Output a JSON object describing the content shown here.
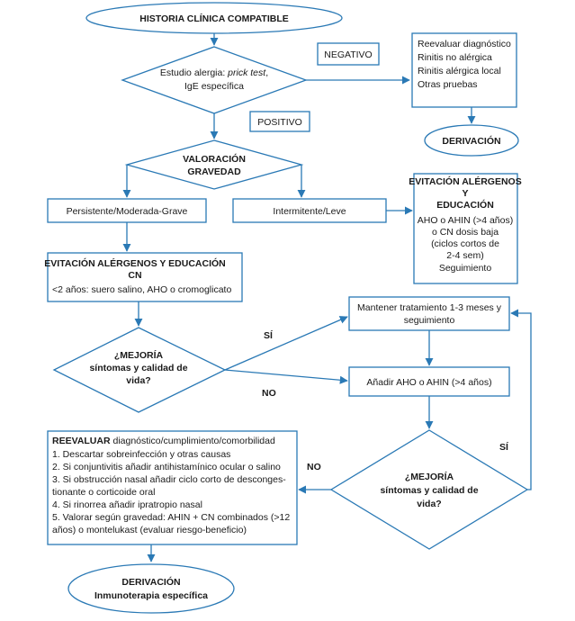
{
  "start": {
    "label": "HISTORIA CLÍNICA COMPATIBLE"
  },
  "test": {
    "line1_prefix": "Estudio alergia: ",
    "line1_italic": "prick test",
    "line1_suffix": ",",
    "line2": "IgE específica"
  },
  "negativo": {
    "label": "NEGATIVO"
  },
  "positivo": {
    "label": "POSITIVO"
  },
  "reevaluar_box": {
    "lines": [
      "Reevaluar diagnóstico",
      "Rinitis no alérgica",
      "Rinitis alérgica local",
      "Otras pruebas"
    ]
  },
  "derivacion_1": {
    "label": "DERIVACIÓN"
  },
  "valoracion": {
    "lines": [
      "VALORACIÓN",
      "GRAVEDAD"
    ]
  },
  "persistente": {
    "label": "Persistente/Moderada-Grave"
  },
  "intermitente": {
    "label": "Intermitente/Leve"
  },
  "evitacion_right": {
    "bold_lines": [
      "EVITACIÓN ALÉRGENOS",
      "Y",
      "EDUCACIÓN"
    ],
    "lines": [
      "AHO o AHIN (>4 años)",
      "o CN dosis baja",
      "(ciclos cortos de",
      "2-4 sem)",
      "Seguimiento"
    ]
  },
  "evitacion_left": {
    "bold_lines": [
      "EVITACIÓN ALÉRGENOS Y EDUCACIÓN",
      "CN"
    ],
    "line": "<2 años: suero salino, AHO o cromoglicato"
  },
  "mejoria_1": {
    "lines": [
      "¿MEJORÍA",
      "síntomas y calidad de",
      "vida?"
    ]
  },
  "si_1": {
    "label": "SÍ"
  },
  "no_1": {
    "label": "NO"
  },
  "mantener": {
    "lines": [
      "Mantener tratamiento 1-3 meses y",
      "seguimiento"
    ]
  },
  "anadir": {
    "label": "Añadir AHO o AHIN (>4 años)"
  },
  "reevaluar_2": {
    "title_bold": "REEVALUAR",
    "title_rest": " diagnóstico/cumplimiento/comorbilidad",
    "lines": [
      "1. Descartar sobreinfección y otras causas",
      "2. Si conjuntivitis añadir antihistamínico ocular o salino",
      "3. Si obstrucción nasal añadir ciclo corto de desconges-",
      "tionante o corticoide oral",
      "4. Si rinorrea añadir ipratropio nasal",
      "5. Valorar según gravedad: AHIN + CN combinados (>12",
      "años) o montelukast (evaluar riesgo-beneficio)"
    ]
  },
  "mejoria_2": {
    "lines": [
      "¿MEJORÍA",
      "síntomas y calidad de",
      "vida?"
    ]
  },
  "si_2": {
    "label": "SÍ"
  },
  "no_2": {
    "label": "NO"
  },
  "derivacion_2": {
    "lines": [
      "DERIVACIÓN",
      "Inmunoterapia específica"
    ]
  },
  "colors": {
    "stroke": "#2a79b5",
    "text": "#1a1a1a",
    "background": "#ffffff"
  }
}
